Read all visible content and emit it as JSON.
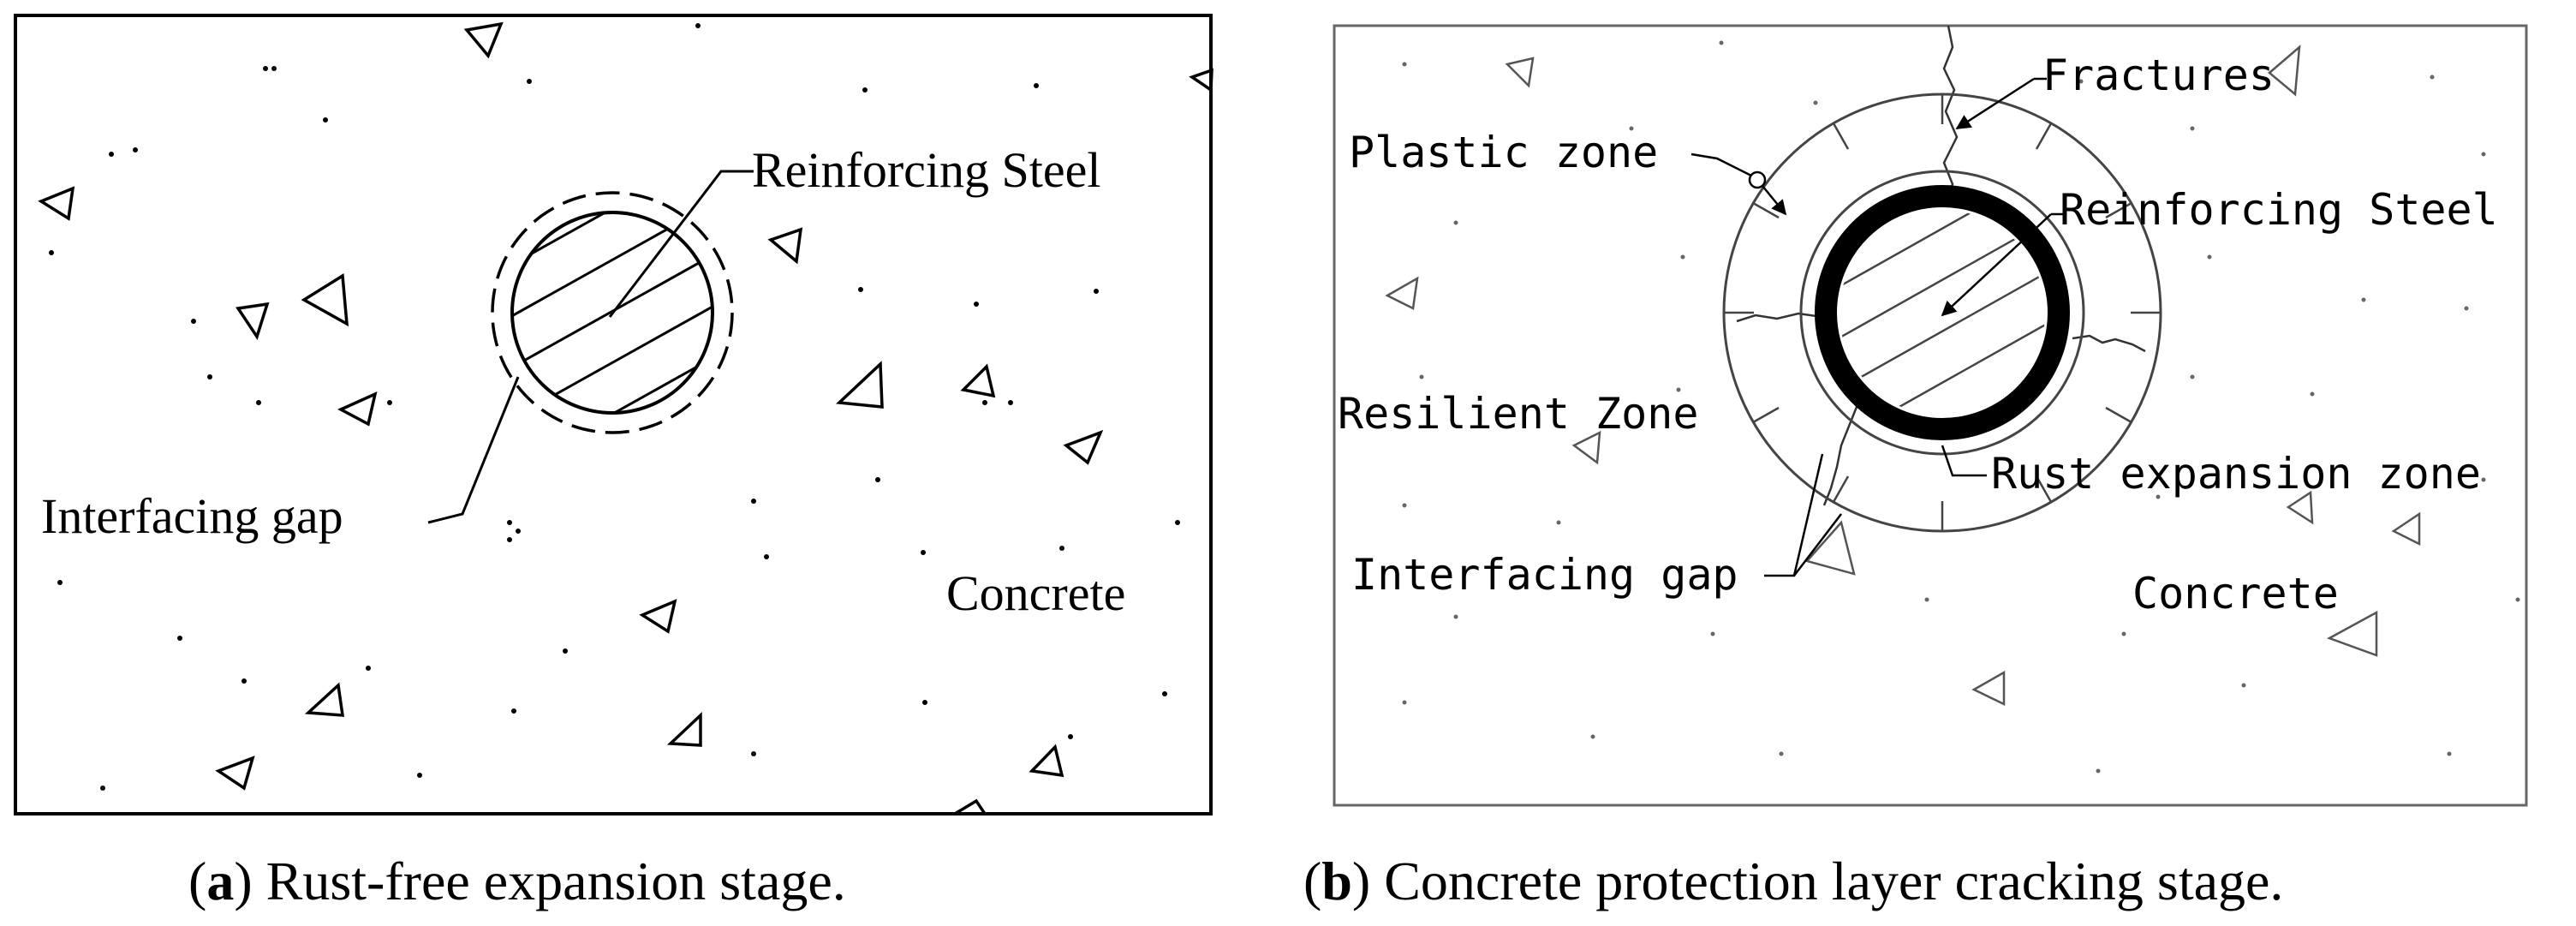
{
  "panel_a": {
    "labels": {
      "reinforcing_steel": "Reinforcing Steel",
      "interfacing_gap": "Interfacing gap",
      "concrete": "Concrete"
    },
    "caption": {
      "letter": "a",
      "text": "Rust-free expansion stage."
    }
  },
  "panel_b": {
    "labels": {
      "fractures": "Fractures",
      "plastic_zone": "Plastic zone",
      "reinforcing_steel": "Reinforcing Steel",
      "resilient_zone": "Resilient Zone",
      "rust_expansion_zone": "Rust expansion zone",
      "interfacing_gap": "Interfacing gap",
      "concrete": "Concrete"
    },
    "caption": {
      "letter": "b",
      "text": "Concrete protection layer cracking stage."
    }
  }
}
